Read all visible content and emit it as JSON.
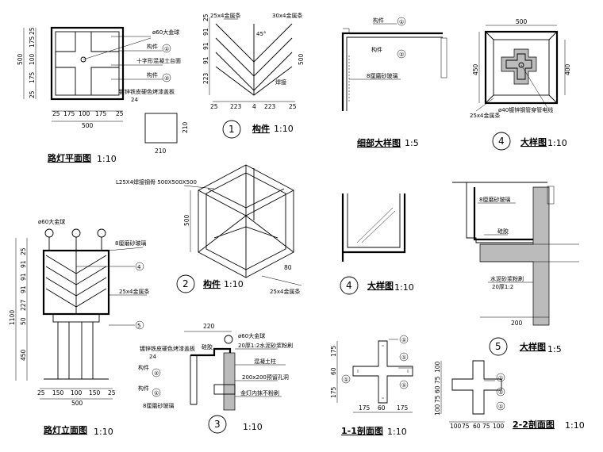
{
  "views": {
    "plan": {
      "title": "路灯平面图",
      "scale": "1:10",
      "lbl_ball": "ø60大金球",
      "lbl_comp1": "构件",
      "ref1": "①",
      "lbl_cross": "十字形混凝土台面",
      "lbl_comp2": "构件",
      "ref2": "②",
      "lbl_plate": "镀锌铁皮硬色烤漆盖板",
      "lbl_plate_t": "24",
      "dims_left": [
        "500",
        "25",
        "175",
        "100",
        "175",
        "25"
      ],
      "dims_bottom": [
        "25",
        "175",
        "100",
        "175",
        "25"
      ],
      "dim_total": "500",
      "dim_pad_h": "210",
      "dim_pad_w": "210"
    },
    "comp1": {
      "num": "1",
      "title": "构件",
      "scale": "1:10",
      "lbl_angle": "25x4金属条",
      "lbl_flat": "30x4金属条",
      "lbl_deg": "45°",
      "lbl_weld": "焊接",
      "dims_left": [
        "25",
        "91",
        "91",
        "91",
        "223"
      ],
      "dims_bottom": [
        "25",
        "223",
        "4",
        "223",
        "25"
      ],
      "dim_h": "500"
    },
    "detail_top": {
      "title": "细部大样图",
      "scale": "1:5",
      "lbl_comp": "构件",
      "ref1": "①",
      "lbl_comp2": "构件",
      "ref2": "②",
      "lbl_glass": "8厘磨砂玻璃"
    },
    "detail4": {
      "num": "4",
      "title": "大样图",
      "scale": "1:10",
      "dim_w": "500",
      "dim_h": "450",
      "dim_inner": "400",
      "lbl_a": "25x4金属条",
      "lbl_b": "ø40镀锌钢管穿管电线"
    },
    "comp2": {
      "num": "2",
      "title": "构件",
      "scale": "1:10",
      "lbl_frame": "L25X4焊接钢骨 500X500X500",
      "dim_h": "500",
      "dim_d": "80",
      "lbl_bar": "25x4金属条"
    },
    "detail4b": {
      "num": "4",
      "title": "大样图",
      "scale": "1:10"
    },
    "detail5": {
      "num": "5",
      "title": "大样图",
      "scale": "1:5",
      "lbl_glass": "8厘磨砂玻璃",
      "lbl_glue": "硅胶",
      "lbl_mortar": "水泥砂浆粉刷",
      "lbl_mortar_t": "20厚1:2",
      "dim": "200"
    },
    "elevation": {
      "title": "路灯立面图",
      "scale": "1:10",
      "lbl_ball": "ø60大金球",
      "lbl_glass": "8厘磨砂玻璃",
      "ref4": "4",
      "lbl_bar": "25x4金属条",
      "ref5": "5",
      "dims_left": [
        "1100",
        "25",
        "91",
        "91",
        "91",
        "227",
        "50",
        "450"
      ],
      "dims_bottom": [
        "25",
        "150",
        "100",
        "150",
        "25"
      ],
      "dim_total": "500"
    },
    "detail3": {
      "num": "3",
      "scale": "1:10",
      "dim_top": "220",
      "lbl_ball": "ø60大金球",
      "lbl_plate": "镀锌铁皮硬色烤漆盖板",
      "lbl_plate_t": "24",
      "lbl_glue": "硅胶",
      "lbl_mortar": "20厚1:2水泥砂浆粉刷",
      "lbl_column": "混凝土柱",
      "lbl_comp2": "构件",
      "ref2": "②",
      "lbl_pipe": "200x200预留孔洞",
      "lbl_comp1": "构件",
      "ref1": "①",
      "lbl_inner": "金灯内抹不粉刷",
      "lbl_glass": "8厘磨砂玻璃"
    },
    "sec11": {
      "title": "1-1剖面图",
      "scale": "1:10",
      "dims_left": [
        "175",
        "60",
        "175"
      ],
      "dims_bottom": [
        "175",
        "60",
        "175"
      ],
      "refs": [
        "①",
        "①",
        "①",
        "①"
      ]
    },
    "sec22": {
      "title": "2-2剖面图",
      "scale": "1:10",
      "dims_left": [
        "100",
        "75",
        "60",
        "75",
        "100"
      ],
      "dims_bottom": [
        "100",
        "75",
        "60",
        "75",
        "100"
      ],
      "refs": [
        "①",
        "①",
        "①"
      ]
    }
  }
}
